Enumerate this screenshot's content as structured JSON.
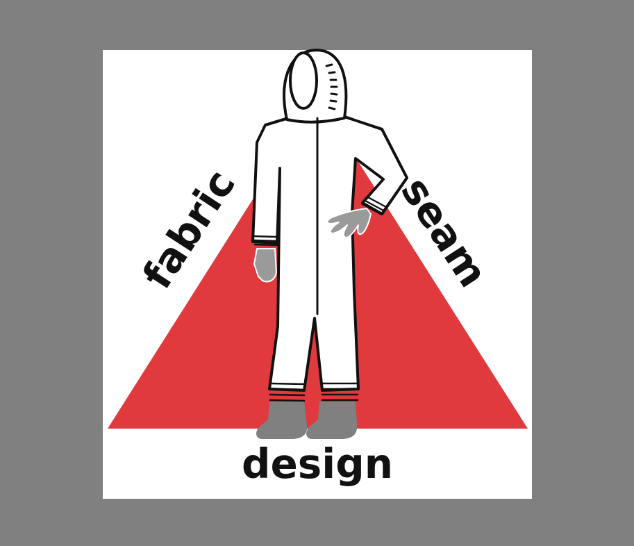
{
  "diagram": {
    "labels": [
      "fabric",
      "seam",
      "design"
    ]
  }
}
